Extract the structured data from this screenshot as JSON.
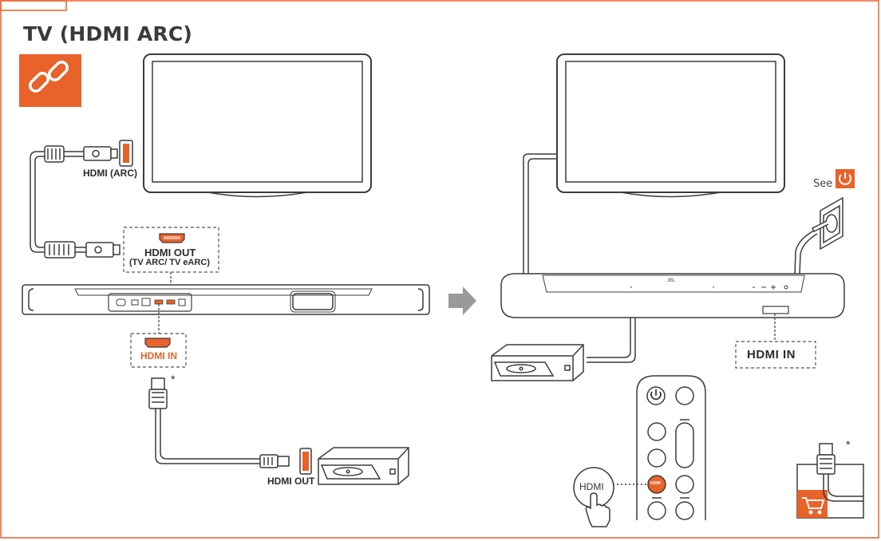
{
  "title": "TV (HDMI ARC)",
  "labels": {
    "tv_hdmi_arc": "HDMI (ARC)",
    "soundbar_out": "HDMI OUT",
    "soundbar_out_sub": "(TV ARC/ TV eARC)",
    "soundbar_in": "HDMI IN",
    "player_out": "HDMI OUT",
    "right_hdmi_in": "HDMI IN",
    "see": "See",
    "remote_hdmi": "HDMI",
    "remote_hdmi_small": "HDMI",
    "asterisk": "*",
    "soundbar_brand": "JBL"
  },
  "icons": {
    "link": "link-icon",
    "power": "power-icon",
    "cart": "cart-icon",
    "hand": "hand-pointer-icon",
    "arrow": "arrow-right-icon"
  },
  "colors": {
    "accent": "#e8622a",
    "line": "#3c3c3c",
    "frame": "#e8622a"
  }
}
